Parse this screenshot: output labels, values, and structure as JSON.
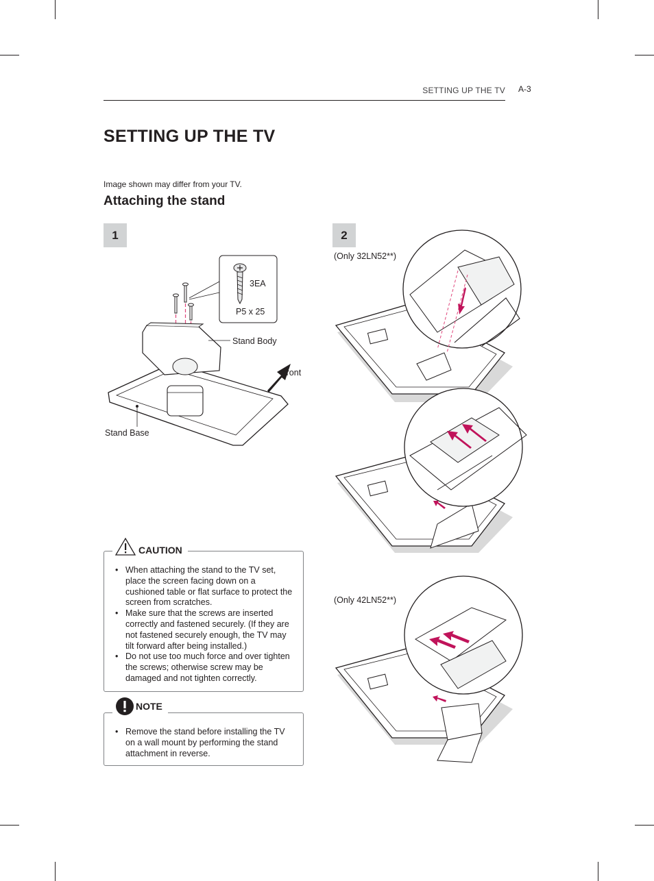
{
  "header": {
    "running_head": "SETTING UP THE TV",
    "page_number": "A-3"
  },
  "title": "SETTING UP THE TV",
  "intro": "Image shown may differ from your TV.",
  "section_title": "Attaching the stand",
  "step1": {
    "number": "1",
    "labels": {
      "quantity": "3EA",
      "screw_spec": "P5 x 25",
      "stand_body": "Stand Body",
      "front": "Front",
      "stand_base": "Stand Base"
    }
  },
  "step2": {
    "number": "2",
    "model_a": "(Only 32LN52**)",
    "model_b": "(Only 42LN52**)"
  },
  "caution": {
    "title": "CAUTION",
    "items": [
      "When attaching the stand to the TV set, place the screen facing down on a cushioned table or flat surface to protect the screen from scratches.",
      "Make sure that the screws are inserted correctly and fastened securely. (If they are not fastened securely enough, the TV may tilt forward after being installed.)",
      "Do not use too much force and over tighten the screws; otherwise screw may be damaged and not tighten correctly."
    ]
  },
  "note": {
    "title": "NOTE",
    "items": [
      "Remove the stand before installing the TV on a wall mount by performing the stand attachment in reverse."
    ]
  },
  "colors": {
    "accent_arrow": "#c0135a",
    "dashed_guide": "#e0457b",
    "step_box": "#d1d3d4"
  }
}
